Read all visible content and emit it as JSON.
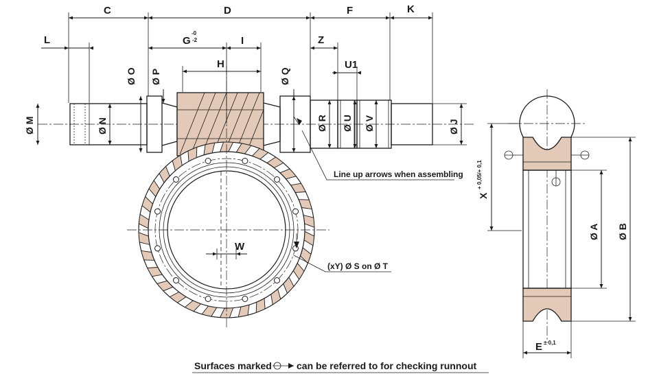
{
  "title": "",
  "dimension_labels": {
    "C": "C",
    "D": "D",
    "F": "F",
    "K": "K",
    "L": "L",
    "G": "G",
    "G_tol_upper": "-0",
    "G_tol_lower": "-2",
    "I": "I",
    "Z": "Z",
    "H": "H",
    "U1": "U1",
    "dO": "Ø O",
    "dP": "Ø P",
    "dQ": "Ø Q",
    "dM": "Ø M",
    "dN": "Ø N",
    "dR": "Ø R",
    "dU": "Ø U",
    "dV": "Ø V",
    "dJ": "Ø J",
    "W": "W",
    "X": "X",
    "X_tol": "+ 0,05/+ 0,1",
    "dA": "Ø A",
    "dB": "Ø B",
    "E": "E",
    "E_tol": "± 0,1"
  },
  "notes": {
    "arrows": "Line up arrows when assembling",
    "holes": "(xY) Ø S on Ø T",
    "footer_prefix": "Surfaces marked",
    "footer_suffix": "can be referred to for checking runnout"
  },
  "colors": {
    "line": "#1a1a1a",
    "gear_fill": "#e3c9b8"
  }
}
